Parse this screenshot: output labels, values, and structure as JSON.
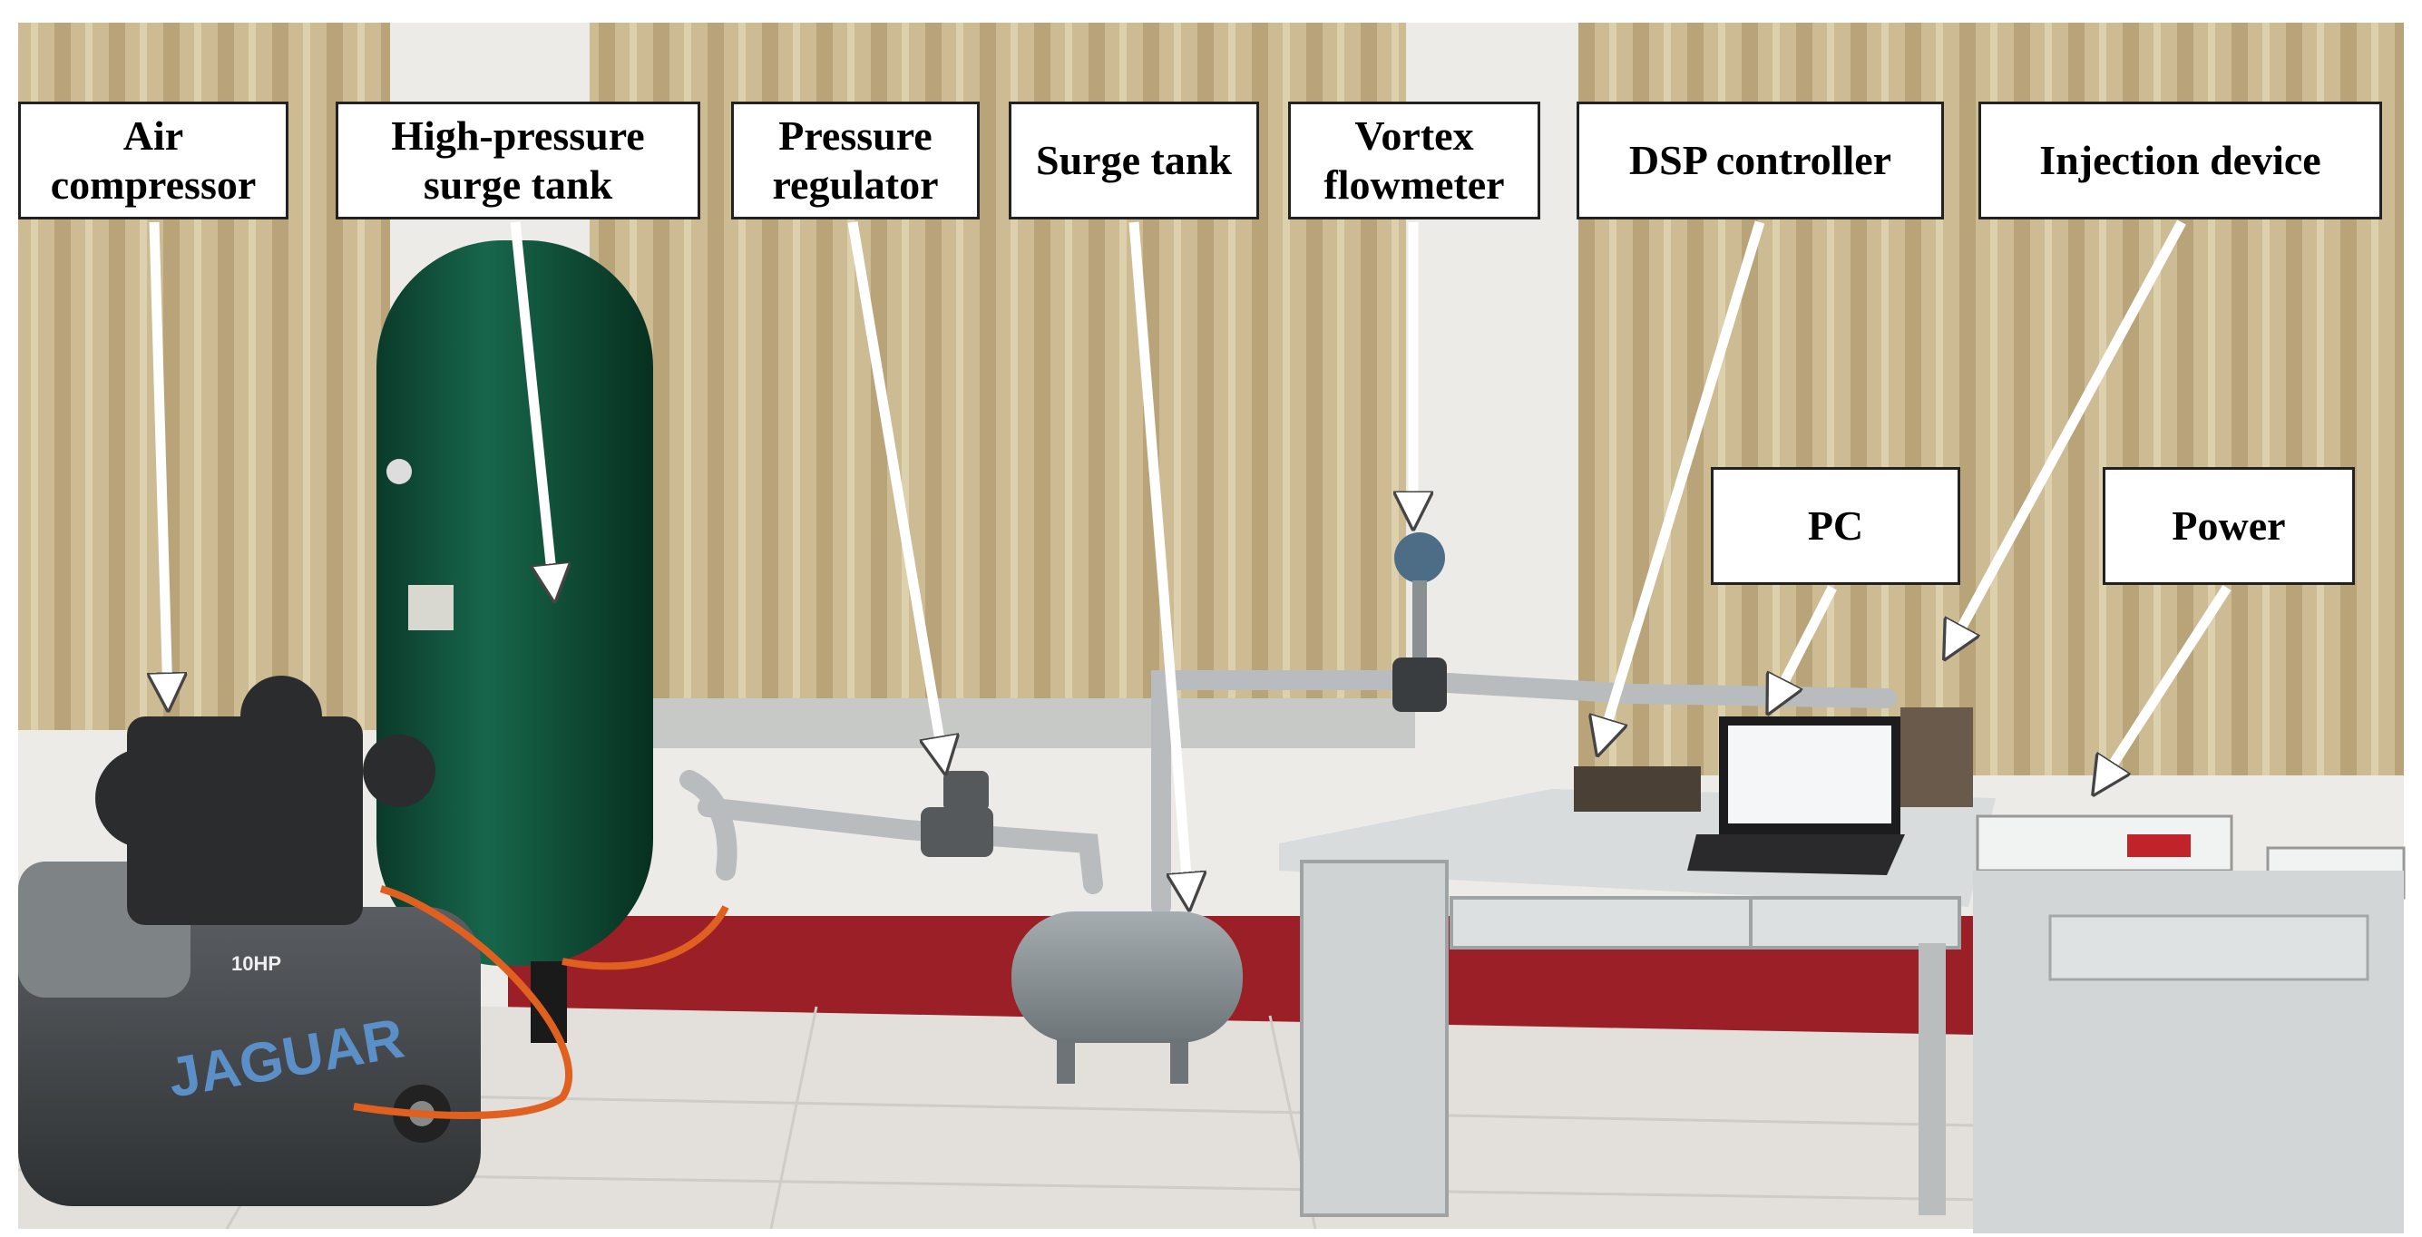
{
  "labels": {
    "air_compressor": "Air\ncompressor",
    "high_pressure_surge_tank": "High-pressure\nsurge tank",
    "pressure_regulator": "Pressure\nregulator",
    "surge_tank": "Surge tank",
    "vortex_flowmeter": "Vortex\nflowmeter",
    "dsp_controller": "DSP controller",
    "injection_device": "Injection device",
    "pc": "PC",
    "power": "Power"
  },
  "equipment_markings": {
    "compressor_brand": "JAGUAR",
    "compressor_rating": "10HP"
  },
  "colors": {
    "curtain": "#c9b68e",
    "wall": "#ecebe7",
    "wainscot": "#9a1f26",
    "floor": "#e3e0dc",
    "tank_green": "#0f4f3a",
    "surge_tank_gray": "#8a9296",
    "desk": "#d8dcdc"
  }
}
